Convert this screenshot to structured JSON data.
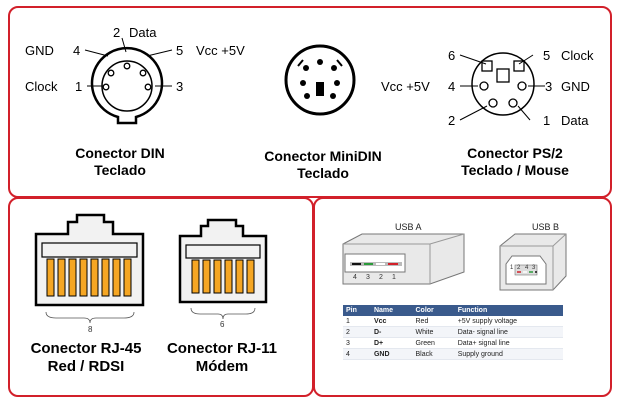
{
  "din": {
    "caption_line1": "Conector DIN",
    "caption_line2": "Teclado",
    "pin_gnd": "GND",
    "pin_gnd_num": "4",
    "pin_data_num": "2",
    "pin_data": "Data",
    "pin_vcc_num": "5",
    "pin_vcc": "Vcc +5V",
    "pin_clock": "Clock",
    "pin_clock_num": "1",
    "pin_3_num": "3"
  },
  "minidin": {
    "caption_line1": "Conector MiniDIN",
    "caption_line2": "Teclado"
  },
  "ps2": {
    "caption_line1": "Conector PS/2",
    "caption_line2": "Teclado / Mouse",
    "vcc_label": "Vcc +5V",
    "pin6": "6",
    "pin5": "5",
    "pin5_label": "Clock",
    "pin4": "4",
    "pin3": "3",
    "pin3_label": "GND",
    "pin2": "2",
    "pin1": "1",
    "pin1_label": "Data"
  },
  "rj45": {
    "caption_line1": "Conector RJ-45",
    "caption_line2": "Red / RDSI",
    "pins_count": "8"
  },
  "rj11": {
    "caption_line1": "Conector RJ-11",
    "caption_line2": "Módem",
    "pins_count": "6"
  },
  "usb": {
    "usb_a_label": "USB A",
    "usb_b_label": "USB B",
    "a_pin_numbers": [
      "4",
      "3",
      "2",
      "1"
    ],
    "b_pin_numbers": [
      "1",
      "2",
      "4",
      "3"
    ],
    "table": {
      "headers": [
        "Pin",
        "Name",
        "Color",
        "Function"
      ],
      "rows": [
        [
          "1",
          "Vcc",
          "Red",
          "+5V supply voltage"
        ],
        [
          "2",
          "D-",
          "White",
          "Data- signal line"
        ],
        [
          "3",
          "D+",
          "Green",
          "Data+ signal line"
        ],
        [
          "4",
          "GND",
          "Black",
          "Supply ground"
        ]
      ]
    }
  },
  "colors": {
    "border": "#d2202a",
    "contact": "#f5a623",
    "table_header": "#3a5a8c"
  }
}
